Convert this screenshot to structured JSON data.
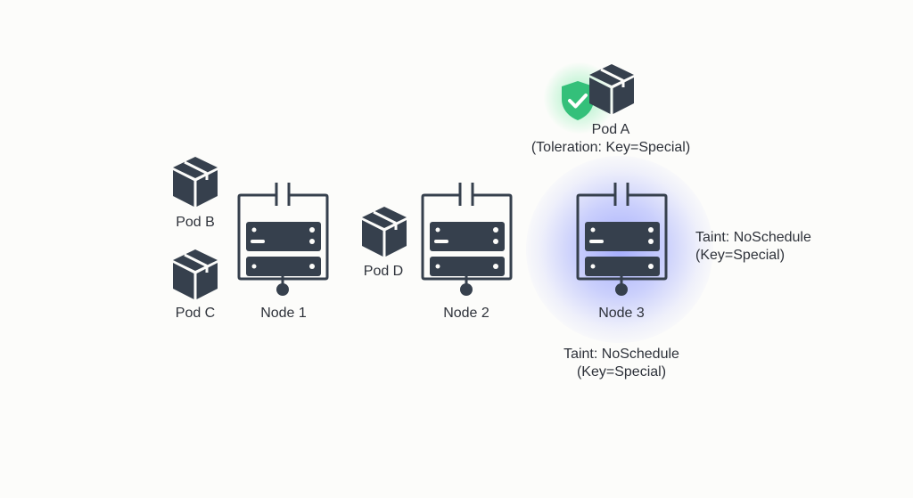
{
  "diagram": {
    "title": "",
    "colors": {
      "icon": "#36404d",
      "shield": "#34c07a",
      "node_glow": "#6b7bff",
      "text": "#2e323a",
      "background": "#fcfcfa"
    },
    "pods": [
      {
        "id": "pod-a",
        "label": "Pod A",
        "sublabel": "(Toleration: Key=Special)",
        "icon": "box-icon",
        "badge": "shield-check-icon"
      },
      {
        "id": "pod-b",
        "label": "Pod B",
        "icon": "box-icon"
      },
      {
        "id": "pod-c",
        "label": "Pod C",
        "icon": "box-icon"
      },
      {
        "id": "pod-d",
        "label": "Pod D",
        "icon": "box-icon"
      }
    ],
    "nodes": [
      {
        "id": "node-1",
        "label": "Node 1",
        "icon": "server-node-icon"
      },
      {
        "id": "node-2",
        "label": "Node 2",
        "icon": "server-node-icon"
      },
      {
        "id": "node-3",
        "label": "Node 3",
        "icon": "server-node-icon",
        "highlighted": true
      }
    ],
    "taint_labels": [
      {
        "line1": "Taint: NoSchedule",
        "line2": "(Key=Special)"
      },
      {
        "line1": "Taint: NoSchedule",
        "line2": "(Key=Special)"
      }
    ]
  }
}
